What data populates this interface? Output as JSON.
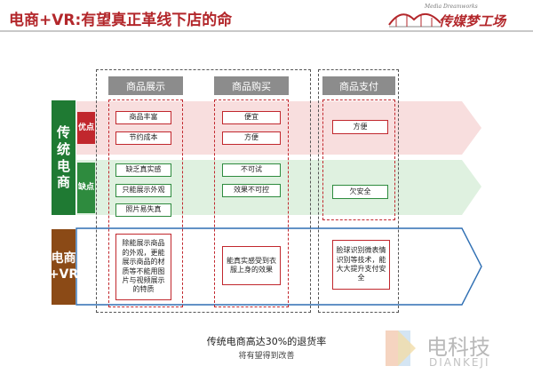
{
  "header": {
    "title": "电商+VR:有望真正革线下店的命",
    "logo_subtitle": "Media Dreamworks",
    "logo_text": "传媒梦工场"
  },
  "row_labels": {
    "traditional": "传统电商",
    "pros": "优点",
    "cons": "缺点",
    "vr": "电商+VR"
  },
  "columns": {
    "display": {
      "header": "商品展示",
      "pros": [
        "商品丰富",
        "节约成本"
      ],
      "cons": [
        "缺乏真实感",
        "只能展示外观",
        "照片易失真"
      ],
      "vr": "除能展示商品的外观，更能展示商品的材质等不能用图片与视频展示的特质"
    },
    "purchase": {
      "header": "商品购买",
      "pros": [
        "便宜",
        "方便"
      ],
      "cons": [
        "不可试",
        "效果不可控"
      ],
      "vr": "能真实感受到衣服上身的效果"
    },
    "payment": {
      "header": "商品支付",
      "pros": [
        "方便"
      ],
      "cons": [
        "欠安全"
      ],
      "vr": "脸球识别微表情识别等技术，能大大提升支付安全"
    }
  },
  "footer": {
    "line1": "传统电商高达30%的退货率",
    "line2": "将有望得到改善"
  },
  "watermark": {
    "text": "电科技",
    "sub": "DIANKEJI"
  },
  "colors": {
    "brand_red": "#b3272b",
    "pros_band": "#f8dede",
    "cons_band": "#dff1e0",
    "vr_band_border": "#2f6fb3",
    "traditional_label": "#1f7a33",
    "vr_label": "#8b4a16"
  }
}
